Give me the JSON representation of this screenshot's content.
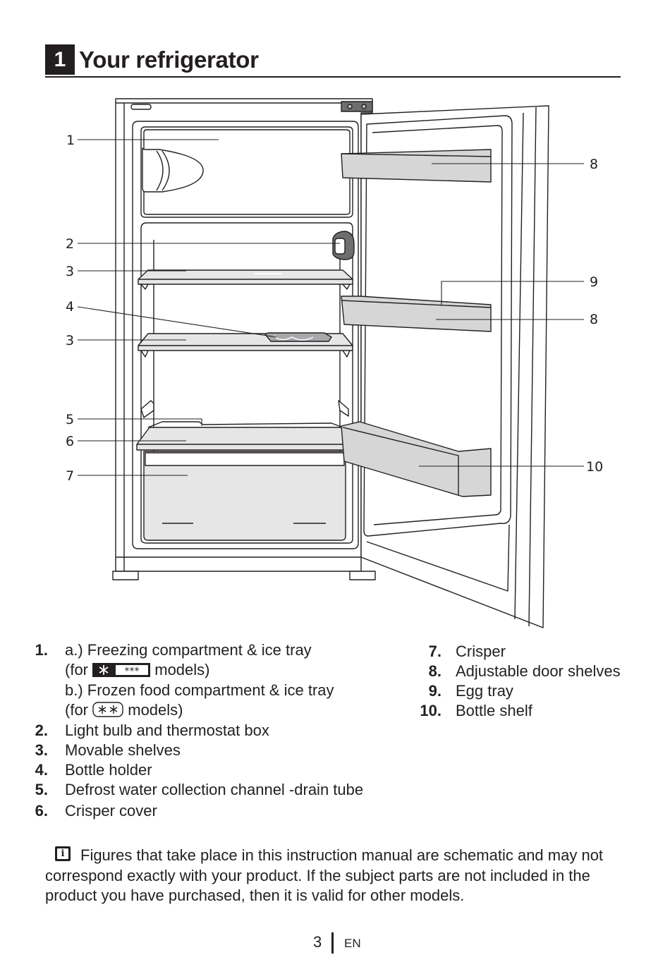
{
  "section": {
    "number": "1",
    "title": "Your refrigerator"
  },
  "callouts": {
    "left": [
      "1",
      "2",
      "3",
      "4",
      "3",
      "5",
      "6",
      "7"
    ],
    "right": [
      "8",
      "9",
      "8",
      "10"
    ]
  },
  "legend": {
    "item1": {
      "num": "1.",
      "line_a": "a.) Freezing compartment & ice tray",
      "line_a2_prefix": "(for",
      "line_a2_suffix": "models)",
      "line_b": "b.) Frozen  food compartment & ice tray",
      "line_b2_prefix": "(for",
      "line_b2_suffix": "models)"
    },
    "items_left": [
      {
        "num": "2.",
        "text": "Light bulb and thermostat box"
      },
      {
        "num": "3.",
        "text": "Movable shelves"
      },
      {
        "num": "4.",
        "text": "Bottle holder"
      },
      {
        "num": "5.",
        "text": "Defrost water collection channel -drain tube"
      },
      {
        "num": "6.",
        "text": "Crisper cover"
      }
    ],
    "items_right": [
      {
        "num": "7.",
        "text": "Crisper"
      },
      {
        "num": "8.",
        "text": "Adjustable door shelves"
      },
      {
        "num": "9.",
        "text": "Egg tray"
      },
      {
        "num": "10.",
        "text": "Bottle shelf"
      }
    ]
  },
  "note": {
    "icon": "info-icon",
    "line1": "Figures that take place in this instruction manual are schematic and may not",
    "line2": "correspond exactly with your product. If the subject parts are not included in the",
    "line3": "product you have purchased, then it is valid for other models."
  },
  "footer": {
    "page": "3",
    "lang": "EN"
  },
  "icons": {
    "four_star_freezer": "snowflake-three-star-icon",
    "two_star_freezer": "two-star-icon"
  },
  "colors": {
    "text": "#231f20",
    "shelf_fill": "#e6e6e6",
    "door_shelf_fill": "#d6d6d6"
  }
}
